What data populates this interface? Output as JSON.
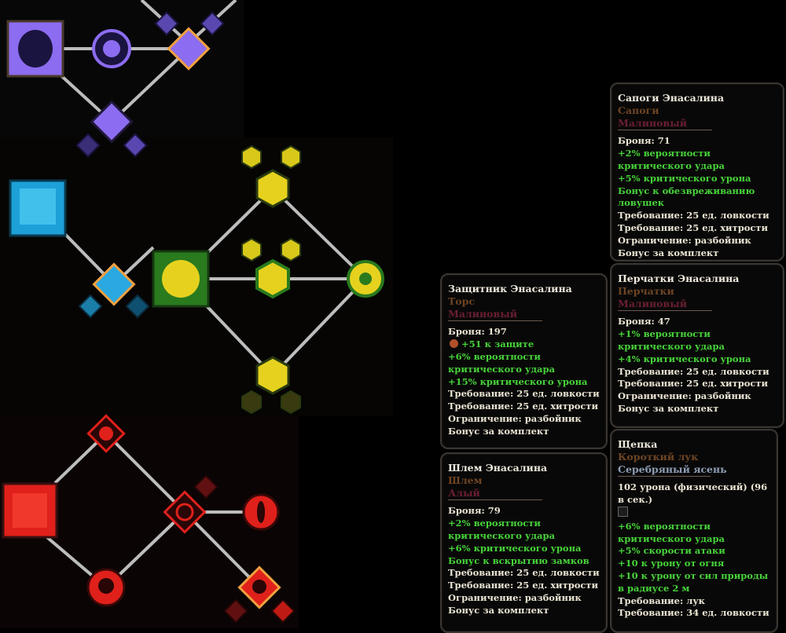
{
  "colors": {
    "purple": "#8c6cf0",
    "cyan": "#3cc8f0",
    "yellow": "#e6d21e",
    "green": "#2a7a1e",
    "red": "#e0201a",
    "orange": "#f0a040"
  },
  "skill_trees": [
    {
      "id": "purple",
      "icons": [
        "beast-icon",
        "figure-icon",
        "dual-figures-icon",
        "twin-figures-icon"
      ]
    },
    {
      "id": "green",
      "icons": [
        "arrows-volley-icon",
        "cube-cluster-icon",
        "scroll-icon",
        "darts-icon",
        "fist-icon",
        "trefoil-icon"
      ]
    },
    {
      "id": "red",
      "icons": [
        "daggers-icon",
        "skull-icon",
        "eye-blade-icon",
        "crosshair-icon"
      ]
    }
  ],
  "tooltips": [
    {
      "name": "Сапоги Энасалина",
      "type": "Сапоги",
      "quality": "Малиновый",
      "quality_kind": "crimson",
      "stats": [
        {
          "text": "Броня: 71",
          "kind": "w"
        },
        {
          "text": "+2% вероятности критического удара",
          "kind": "g"
        },
        {
          "text": "+5% критического урона",
          "kind": "g"
        },
        {
          "text": "Бонус к обезвреживанию ловушек",
          "kind": "g"
        },
        {
          "text": "Требование: 25 ед. ловкости",
          "kind": "w"
        },
        {
          "text": "Требование: 25 ед. хитрости",
          "kind": "w"
        },
        {
          "text": "Ограничение: разбойник",
          "kind": "w"
        },
        {
          "text": "Бонус за комплект",
          "kind": "w"
        }
      ]
    },
    {
      "name": "Перчатки Энасалина",
      "type": "Перчатки",
      "quality": "Малиновый",
      "quality_kind": "crimson",
      "stats": [
        {
          "text": "Броня: 47",
          "kind": "w"
        },
        {
          "text": "+1% вероятности критического удара",
          "kind": "g"
        },
        {
          "text": "+4% критического урона",
          "kind": "g"
        },
        {
          "text": "Требование: 25 ед. ловкости",
          "kind": "w"
        },
        {
          "text": "Требование: 25 ед. хитрости",
          "kind": "w"
        },
        {
          "text": "Ограничение: разбойник",
          "kind": "w"
        },
        {
          "text": "Бонус за комплект",
          "kind": "w"
        }
      ]
    },
    {
      "name": "Защитник Энасалина",
      "type": "Торс",
      "quality": "Малиновый",
      "quality_kind": "crimson",
      "stats": [
        {
          "text": "Броня: 197",
          "kind": "w"
        },
        {
          "text": "+51 к защите",
          "kind": "g",
          "icon": "rune"
        },
        {
          "text": "+6% вероятности критического удара",
          "kind": "g"
        },
        {
          "text": "+15% критического урона",
          "kind": "g"
        },
        {
          "text": "Требование: 25 ед. ловкости",
          "kind": "w"
        },
        {
          "text": "Требование: 25 ед. хитрости",
          "kind": "w"
        },
        {
          "text": "Ограничение: разбойник",
          "kind": "w"
        },
        {
          "text": "Бонус за комплект",
          "kind": "w"
        }
      ]
    },
    {
      "name": "Щепка",
      "type": "Короткий лук",
      "quality": "Серебряный ясень",
      "quality_kind": "silver",
      "stats": [
        {
          "text": "102 урона (физический) (96 в сек.)",
          "kind": "w"
        },
        {
          "text": "",
          "kind": "w",
          "icon": "slot"
        },
        {
          "text": "+6% вероятности критического удара",
          "kind": "g"
        },
        {
          "text": "+5% скорости атаки",
          "kind": "g"
        },
        {
          "text": "+10 к урону от огня",
          "kind": "g"
        },
        {
          "text": "+10 к урону от сил природы в радиусе 2 м",
          "kind": "g"
        },
        {
          "text": "Требование: лук",
          "kind": "w"
        },
        {
          "text": "Требование: 34 ед. ловкости",
          "kind": "w"
        }
      ]
    },
    {
      "name": "Шлем Энасалина",
      "type": "Шлем",
      "quality": "Алый",
      "quality_kind": "crimson",
      "stats": [
        {
          "text": "Броня: 79",
          "kind": "w"
        },
        {
          "text": "+2% вероятности критического удара",
          "kind": "g"
        },
        {
          "text": "+6% критического урона",
          "kind": "g"
        },
        {
          "text": "Бонус к вскрытию замков",
          "kind": "g"
        },
        {
          "text": "Требование: 25 ед. ловкости",
          "kind": "w"
        },
        {
          "text": "Требование: 25 ед. хитрости",
          "kind": "w"
        },
        {
          "text": "Ограничение: разбойник",
          "kind": "w"
        },
        {
          "text": "Бонус за комплект",
          "kind": "w"
        }
      ]
    }
  ]
}
